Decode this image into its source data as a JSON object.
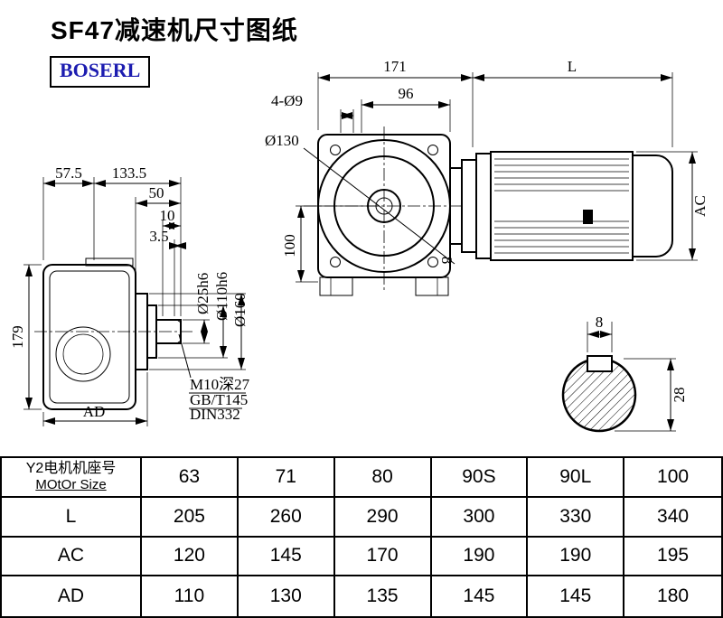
{
  "title": "SF47减速机尺寸图纸",
  "logo": "BOSERL",
  "drawing": {
    "dims": {
      "d171": "171",
      "dL": "L",
      "d96": "96",
      "d4o9": "4-Ø9",
      "d130": "Ø130",
      "d100": "100",
      "dAC": "AC",
      "d57_5": "57.5",
      "d133_5": "133.5",
      "d50": "50",
      "d10": "10",
      "d3_5": "3.5",
      "d179": "179",
      "dAD": "AD",
      "d25": "Ø25h6",
      "d110": "Ø110h6",
      "d160": "Ø160",
      "m10": "M10深27",
      "gb": "GB/T145",
      "din": "DIN332",
      "d8": "8",
      "d28": "28"
    }
  },
  "table": {
    "size_label_cn": "Y2电机机座号",
    "size_label_en": "MOtOr Size",
    "sizes": [
      "63",
      "71",
      "80",
      "90S",
      "90L",
      "100"
    ],
    "rows": [
      {
        "label": "L",
        "values": [
          "205",
          "260",
          "290",
          "300",
          "330",
          "340"
        ]
      },
      {
        "label": "AC",
        "values": [
          "120",
          "145",
          "170",
          "190",
          "190",
          "195"
        ]
      },
      {
        "label": "AD",
        "values": [
          "110",
          "130",
          "135",
          "145",
          "145",
          "180"
        ]
      }
    ]
  }
}
